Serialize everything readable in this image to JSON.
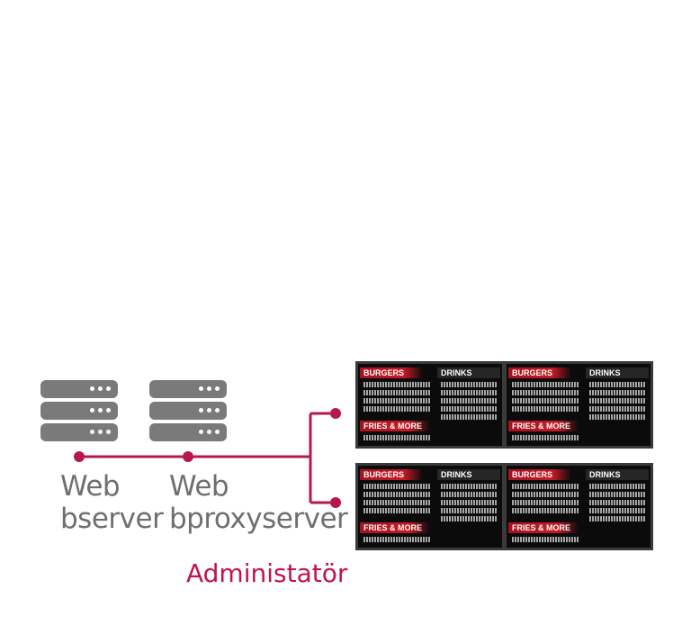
{
  "servers": [
    {
      "line1": "Web",
      "line2": "bserver"
    },
    {
      "line1": "Web",
      "line2": "bproxyserver"
    }
  ],
  "admin_label": "Administatör",
  "menu_board": {
    "sections": [
      "BURGERS",
      "DRINKS",
      "FRIES & MORE"
    ]
  },
  "colors": {
    "accent": "#c0134f",
    "server": "#7a7a7a",
    "text": "#6f6f6f"
  }
}
